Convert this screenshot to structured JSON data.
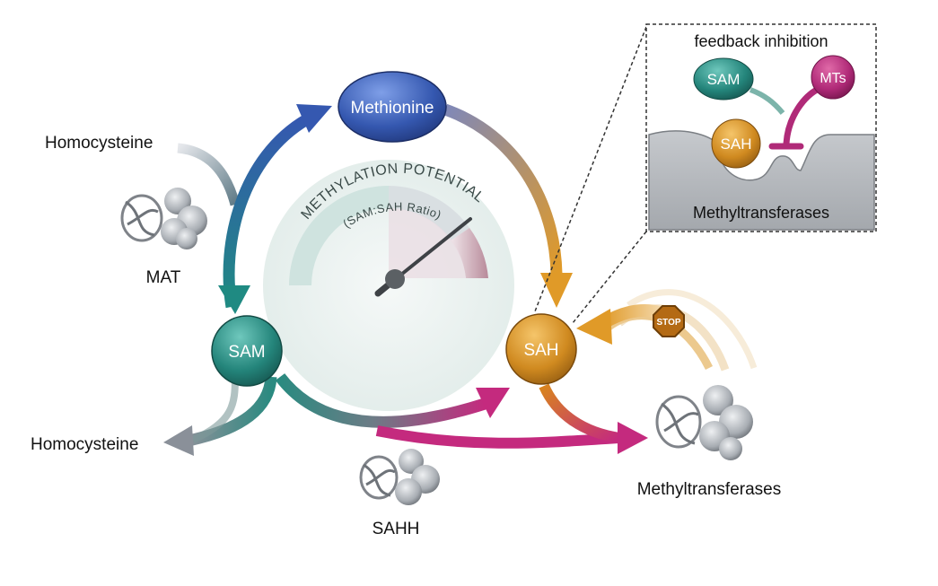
{
  "nodes": {
    "methionine": "Methionine",
    "sam": "SAM",
    "sah": "SAH"
  },
  "labels": {
    "homocysteine_input": "Homocysteine",
    "homocysteine_output": "Homocysteine",
    "mat": "MAT",
    "sahh": "SAHH",
    "methyltransferases": "Methyltransferases"
  },
  "gauge": {
    "title": "METHYLATION POTENTIAL",
    "subtitle": "(SAM:SAH Ratio)"
  },
  "stop_sign": "STOP",
  "inset": {
    "title": "feedback inhibition",
    "sam": "SAM",
    "mts": "MTs",
    "sah": "SAH",
    "caption": "Methyltransferases"
  },
  "colors": {
    "methionine": "#3a5fb8",
    "sam": "#2a8a80",
    "sah": "#d08a20",
    "mts": "#b02a78",
    "magenta_arrow": "#c42a7e",
    "grey_arrow": "#8a9099",
    "enzyme": "#9a9ea4"
  }
}
